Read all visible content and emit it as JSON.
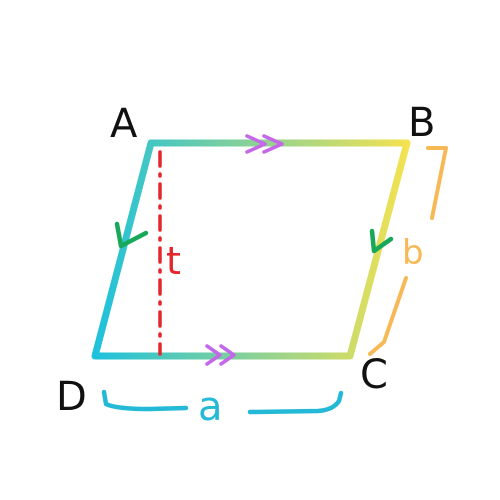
{
  "vertices": {
    "A": "A",
    "B": "B",
    "C": "C",
    "D": "D"
  },
  "measures": {
    "base": "a",
    "side": "b",
    "height": "t"
  },
  "colors": {
    "gradient_start": "#1ec1dc",
    "gradient_end": "#f6e24f",
    "parallel_marks": "#c467e8",
    "direction_arrows": "#17a85a",
    "height_line": "#e5262e",
    "side_brace": "#f7b955",
    "base_brace": "#25b9d8",
    "vertex_text": "#111111"
  },
  "icons": {
    "top_edge_mark": "double-chevron-right-icon",
    "bottom_edge_mark": "double-chevron-right-icon",
    "left_edge_arrow": "check-arrow-icon",
    "right_edge_arrow": "check-arrow-icon"
  }
}
